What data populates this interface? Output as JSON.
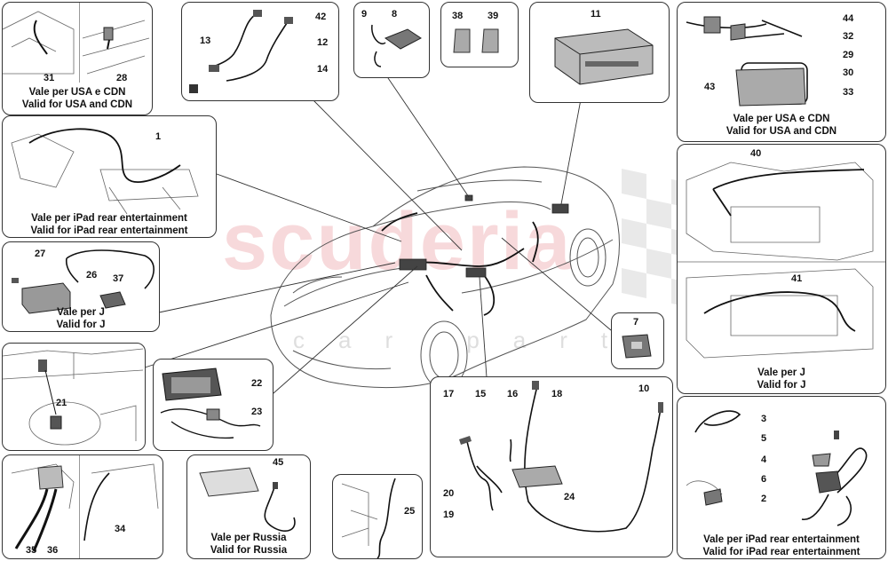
{
  "watermark": {
    "brand": "scuderia",
    "sub": "car parts"
  },
  "panels": {
    "usa_cdn_1": {
      "numbers": [
        "31",
        "28"
      ],
      "caption": [
        "Vale per USA e CDN",
        "Valid for USA and CDN"
      ]
    },
    "cables_12_14": {
      "numbers": [
        "42",
        "13",
        "12",
        "14"
      ],
      "caption": []
    },
    "antenna_8": {
      "numbers": [
        "9",
        "8"
      ],
      "caption": []
    },
    "cards": {
      "numbers": [
        "38",
        "39"
      ],
      "caption": []
    },
    "unit_11": {
      "numbers": [
        "11"
      ],
      "caption": []
    },
    "usa_cdn_2": {
      "numbers": [
        "44",
        "32",
        "29",
        "30",
        "43",
        "33"
      ],
      "caption": [
        "Vale per USA e CDN",
        "Valid for USA and CDN"
      ]
    },
    "ipad_1": {
      "numbers": [
        "1"
      ],
      "caption": [
        "Vale per iPad rear entertainment",
        "Valid for iPad rear entertainment"
      ]
    },
    "j_1": {
      "numbers": [
        "27",
        "26",
        "37"
      ],
      "caption": [
        "Vale per J",
        "Valid for J"
      ]
    },
    "j_2": {
      "numbers": [
        "40",
        "41"
      ],
      "caption": [
        "Vale per J",
        "Valid for J"
      ]
    },
    "switch_7": {
      "numbers": [
        "7"
      ],
      "caption": []
    },
    "console_21": {
      "numbers": [
        "21"
      ],
      "caption": []
    },
    "head_unit_22": {
      "numbers": [
        "22",
        "23"
      ],
      "caption": []
    },
    "harness_main": {
      "numbers": [
        "17",
        "15",
        "16",
        "18",
        "10",
        "20",
        "24",
        "19"
      ],
      "caption": []
    },
    "ipad_2": {
      "numbers": [
        "3",
        "5",
        "4",
        "6",
        "2"
      ],
      "caption": [
        "Vale per iPad rear entertainment",
        "Valid for iPad rear entertainment"
      ]
    },
    "cables_34": {
      "numbers": [
        "35",
        "36",
        "34"
      ],
      "caption": []
    },
    "russia": {
      "numbers": [
        "45"
      ],
      "caption": [
        "Vale per Russia",
        "Valid for Russia"
      ]
    },
    "door_25": {
      "numbers": [
        "25"
      ],
      "caption": []
    }
  }
}
